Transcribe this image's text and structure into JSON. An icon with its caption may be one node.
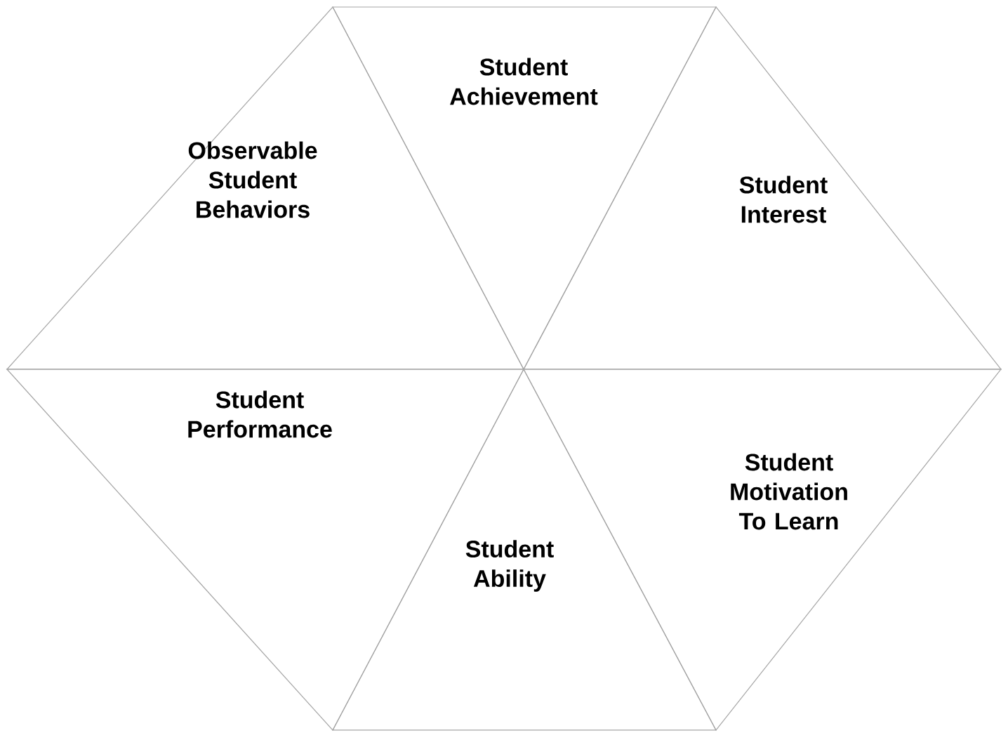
{
  "diagram": {
    "nodes": [
      {
        "text": [
          "Student Achievement"
        ]
      },
      {
        "text": [
          "Observable Student Behaviors"
        ]
      },
      {
        "text": [
          "Student Interest"
        ]
      },
      {
        "text": [
          "Student Performance"
        ]
      },
      {
        "text": [
          "Student Motivation To Learn"
        ]
      },
      {
        "text": [
          "Student Ability"
        ]
      }
    ]
  }
}
